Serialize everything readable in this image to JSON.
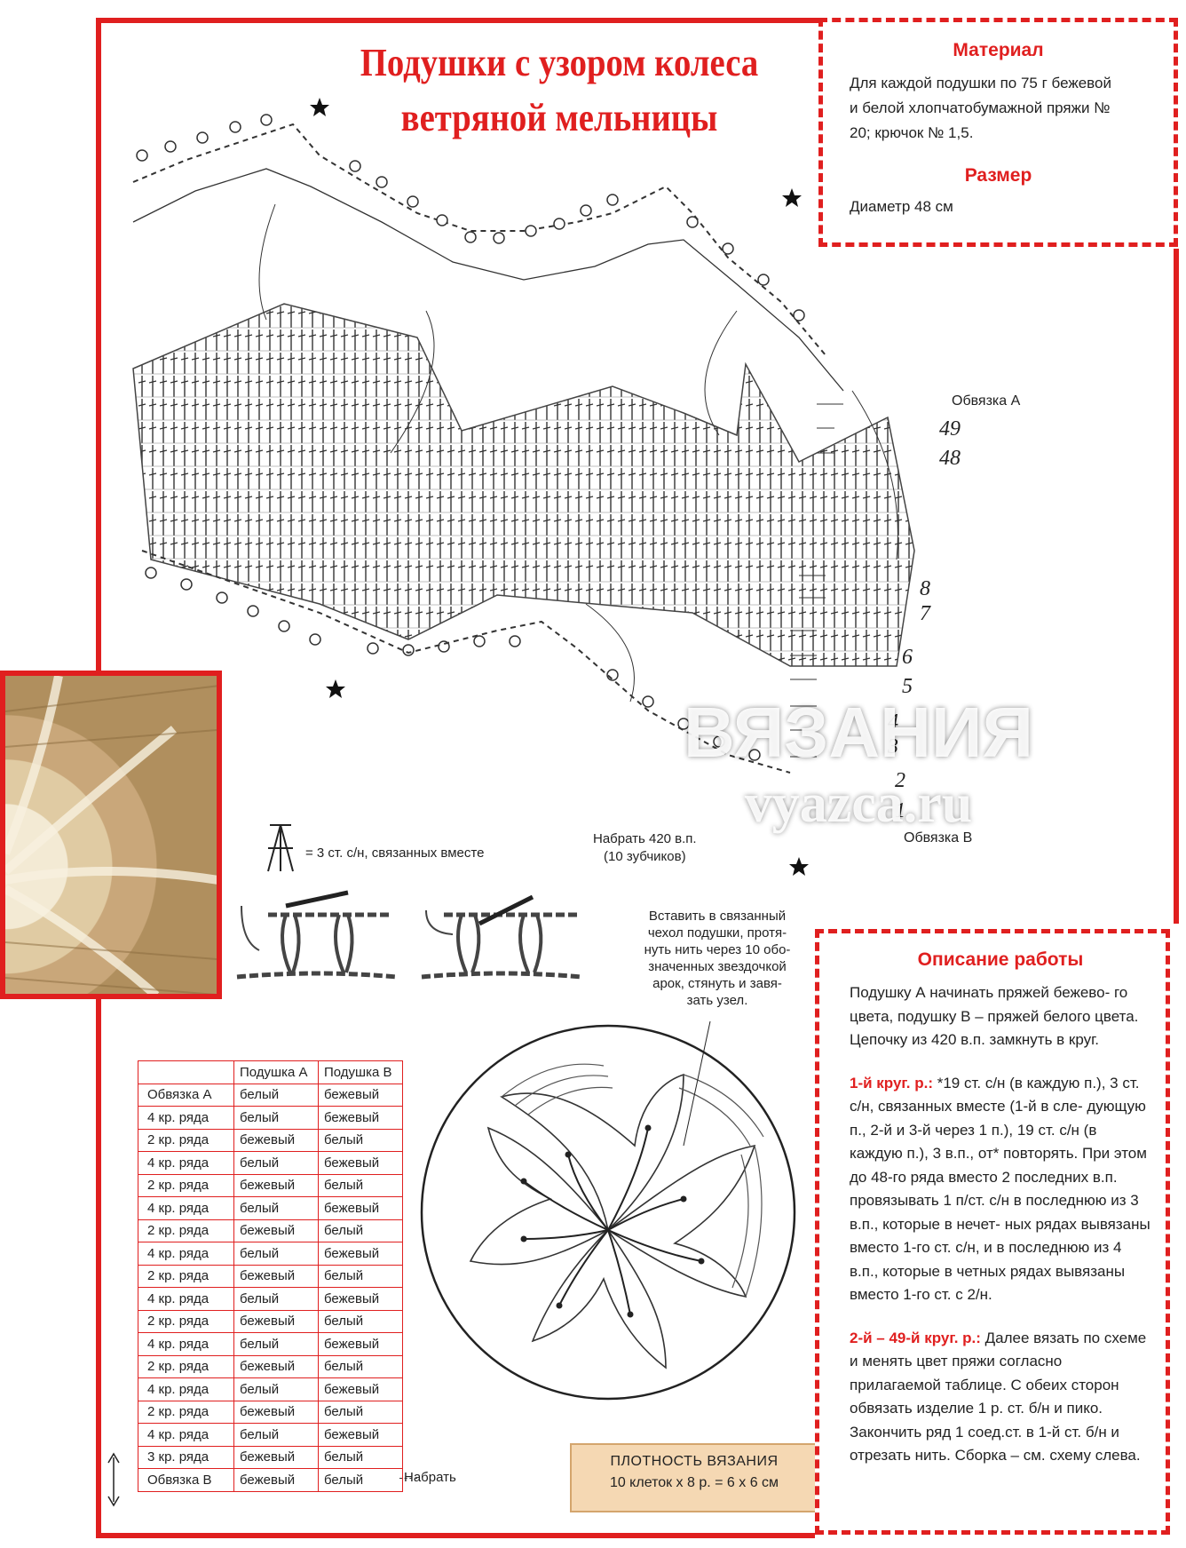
{
  "title": {
    "line1": "Подушки с узором колеса",
    "line2": "ветряной мельницы"
  },
  "material": {
    "heading": "Материал",
    "line1": "Для каждой подушки по 75 г бежевой",
    "line2": "и белой хлопчатобумажной пряжи №",
    "line3": "20; крючок № 1,5."
  },
  "size": {
    "heading": "Размер",
    "text": "Диаметр 48 см"
  },
  "diagram": {
    "label_obv_a": "Обвязка А",
    "label_obv_b": "Обвязка В",
    "row_numbers": [
      "49",
      "48",
      "8",
      "7",
      "6",
      "5",
      "4",
      "3",
      "2",
      "1"
    ],
    "cast_on_line1": "Набрать 420 в.п.",
    "cast_on_line2": "(10 зубчиков)",
    "legend_symbol_text": "= 3 ст. с/н, связанных вместе",
    "watermark_line1": "ВЯЗАНИЯ",
    "watermark_line2": "vyazca.ru"
  },
  "assembly_note": {
    "lines": [
      "Вставить в связанный",
      "чехол подушки, протя-",
      "нуть нить через 10 обо-",
      "значенных звездочкой",
      "арок, стянуть и завя-",
      "зать узел."
    ]
  },
  "color_table": {
    "headers": [
      "",
      "Подушка А",
      "Подушка В"
    ],
    "rows": [
      [
        "Обвязка А",
        "белый",
        "бежевый"
      ],
      [
        "4 кр. ряда",
        "белый",
        "бежевый"
      ],
      [
        "2 кр. ряда",
        "бежевый",
        "белый"
      ],
      [
        "4 кр. ряда",
        "белый",
        "бежевый"
      ],
      [
        "2 кр. ряда",
        "бежевый",
        "белый"
      ],
      [
        "4 кр. ряда",
        "белый",
        "бежевый"
      ],
      [
        "2 кр. ряда",
        "бежевый",
        "белый"
      ],
      [
        "4 кр. ряда",
        "белый",
        "бежевый"
      ],
      [
        "2 кр. ряда",
        "бежевый",
        "белый"
      ],
      [
        "4 кр. ряда",
        "белый",
        "бежевый"
      ],
      [
        "2 кр. ряда",
        "бежевый",
        "белый"
      ],
      [
        "4 кр. ряда",
        "белый",
        "бежевый"
      ],
      [
        "2 кр. ряда",
        "бежевый",
        "белый"
      ],
      [
        "4 кр. ряда",
        "белый",
        "бежевый"
      ],
      [
        "2 кр. ряда",
        "бежевый",
        "белый"
      ],
      [
        "4 кр. ряда",
        "белый",
        "бежевый"
      ],
      [
        "3 кр. ряда",
        "бежевый",
        "белый"
      ],
      [
        "Обвязка В",
        "бежевый",
        "белый"
      ]
    ],
    "start_label": "Набрать"
  },
  "density": {
    "heading": "ПЛОТНОСТЬ ВЯЗАНИЯ",
    "text": "10 клеток х 8 р. = 6 х 6 см"
  },
  "description": {
    "heading": "Описание работы",
    "intro": "Подушку А начинать пряжей бежево- го цвета, подушку В – пряжей белого цвета. Цепочку из 420 в.п. замкнуть в круг.",
    "p1_label": "1-й круг. р.:",
    "p1_text": " *19 ст. с/н (в каждую п.), 3 ст. с/н, связанных вместе (1-й в сле- дующую п., 2-й и 3-й через 1 п.), 19 ст. с/н (в каждую п.), 3 в.п., от* повторять. При этом до 48-го ряда вместо 2 последних в.п. провязывать 1 п/ст. с/н в последнюю из 3 в.п., которые в нечет- ных рядах вывязаны вместо 1-го ст. с/н, и в последнюю из 4 в.п., которые в четных рядах вывязаны вместо 1-го ст. с 2/н.",
    "p2_label": "2-й – 49-й круг. р.:",
    "p2_text": " Далее вязать по схеме и менять цвет пряжи согласно прилагаемой таблице. С обеих сторон обвязать изделие 1 р. ст. б/н и пико. Закончить ряд 1 соед.ст. в 1-й ст. б/н и отрезать нить. Сборка – см. схему слева."
  },
  "colors": {
    "accent": "#e01f1f",
    "density_bg": "#f5d8b3"
  }
}
